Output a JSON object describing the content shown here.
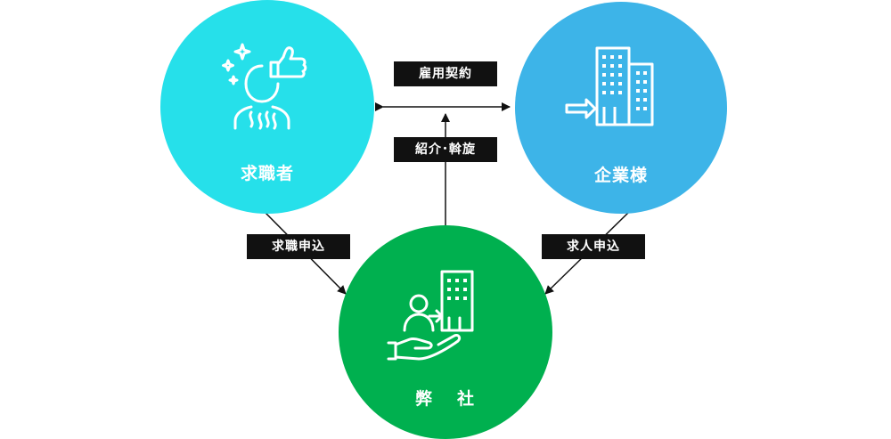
{
  "nodes": {
    "job_seeker": {
      "label": "求職者",
      "color": "#26e0ea",
      "icon": "thumbs-up-person-icon"
    },
    "company": {
      "label": "企業様",
      "color": "#3db4e8",
      "icon": "office-building-icon"
    },
    "our_company": {
      "label": "弊社",
      "color": "#00b04f",
      "icon": "hand-person-building-icon"
    }
  },
  "edge_labels": {
    "employment": "雇用契約",
    "introduction": "紹介･斡旋",
    "job_application": "求職申込",
    "job_posting": "求人申込"
  },
  "colors": {
    "line": "#111111",
    "tag_background": "#111111",
    "tag_text": "#ffffff"
  }
}
